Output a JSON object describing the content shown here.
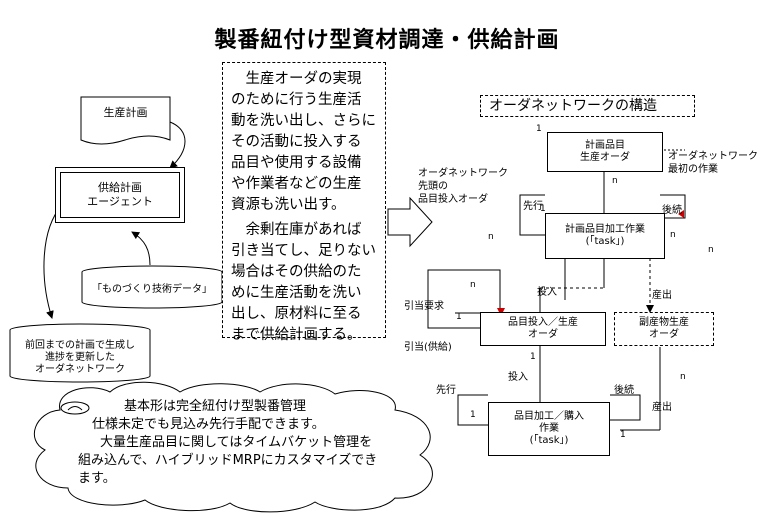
{
  "title": "製番紐付け型資材調達・供給計画",
  "left": {
    "plan_label": "生産計画",
    "agent_line1": "供給計画",
    "agent_line2": "エージェント",
    "tech_data": "「ものづくり技術データ」",
    "network_line1": "前回までの計画で生成し",
    "network_line2": "進捗を更新した",
    "network_line3": "オーダネットワーク"
  },
  "center_text": {
    "p1": [
      "　生産オーダの実現",
      "のために行う生産活",
      "動を洗い出し、さらに",
      "その活動に投入する",
      "品目や使用する設備",
      "や作業者などの生産",
      "資源も洗い出す。"
    ],
    "p2": [
      "　余剰在庫があれば",
      "引き当てし、足りない",
      "場合はその供給のた",
      "めに生産活動を洗い",
      "出し、原材料に至る",
      "まで供給計画する。"
    ]
  },
  "network": {
    "title": "オーダネットワークの構造",
    "top_order_line1": "計画品目",
    "top_order_line2": "生産オーダ",
    "first_work_line1": "オーダネットワーク",
    "first_work_line2": "最初の作業",
    "head_input_line1": "オーダネットワーク",
    "head_input_line2": "先頭の",
    "head_input_line3": "品目投入オーダ",
    "prev": "先行",
    "next": "後続",
    "task1_line1": "計画品目加工作業",
    "task1_line2": "(「task」)",
    "input": "投入",
    "output": "産出",
    "alloc_req": "引当要求",
    "alloc_supply": "引当(供給)",
    "order2_line1": "品目投入／生産",
    "order2_line2": "オーダ",
    "byproduct_line1": "副産物生産",
    "byproduct_line2": "オーダ",
    "prev2": "先行",
    "next2": "後続",
    "input2": "投入",
    "output2": "産出",
    "task2_line1": "品目加工／購入",
    "task2_line2": "作業",
    "task2_line3": "(「task」)",
    "mult_one": "1",
    "mult_many": "n"
  },
  "cloud": {
    "line1": "基本形は完全紐付け型製番管理",
    "line2": "仕様未定でも見込み先行手配できます。",
    "line3": "大量生産品目に関してはタイムバケット管理を",
    "line4": "組み込んで、ハイブリッドMRPにカスタマイズでき",
    "line5": "ます。"
  }
}
